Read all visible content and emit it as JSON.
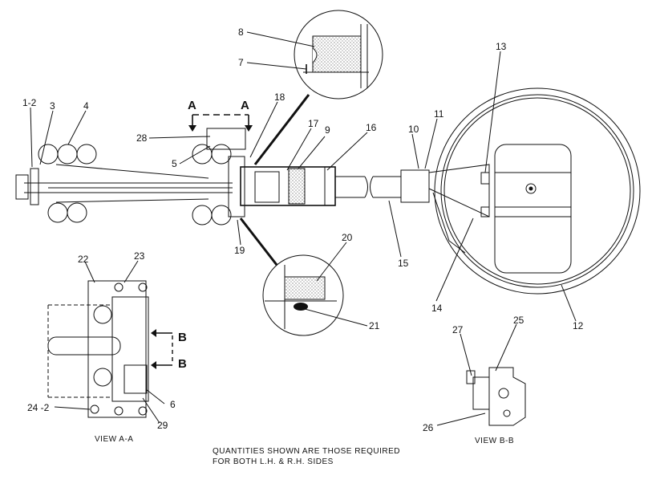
{
  "callouts": [
    "1-2",
    "3",
    "4",
    "5",
    "6",
    "7",
    "8",
    "9",
    "10",
    "11",
    "12",
    "13",
    "14",
    "15",
    "16",
    "17",
    "18",
    "19",
    "20",
    "21",
    "22",
    "23",
    "24 -2",
    "25",
    "26",
    "27",
    "28",
    "29"
  ],
  "section_marks": {
    "a_left": "A",
    "a_right": "A",
    "b_upper": "B",
    "b_lower": "B"
  },
  "views": {
    "a_a": "VIEW  A-A",
    "b_b": "VIEW  B-B"
  },
  "note": {
    "line1": "QUANTITIES SHOWN ARE THOSE REQUIRED",
    "line2": "FOR BOTH L.H. & R.H. SIDES"
  }
}
